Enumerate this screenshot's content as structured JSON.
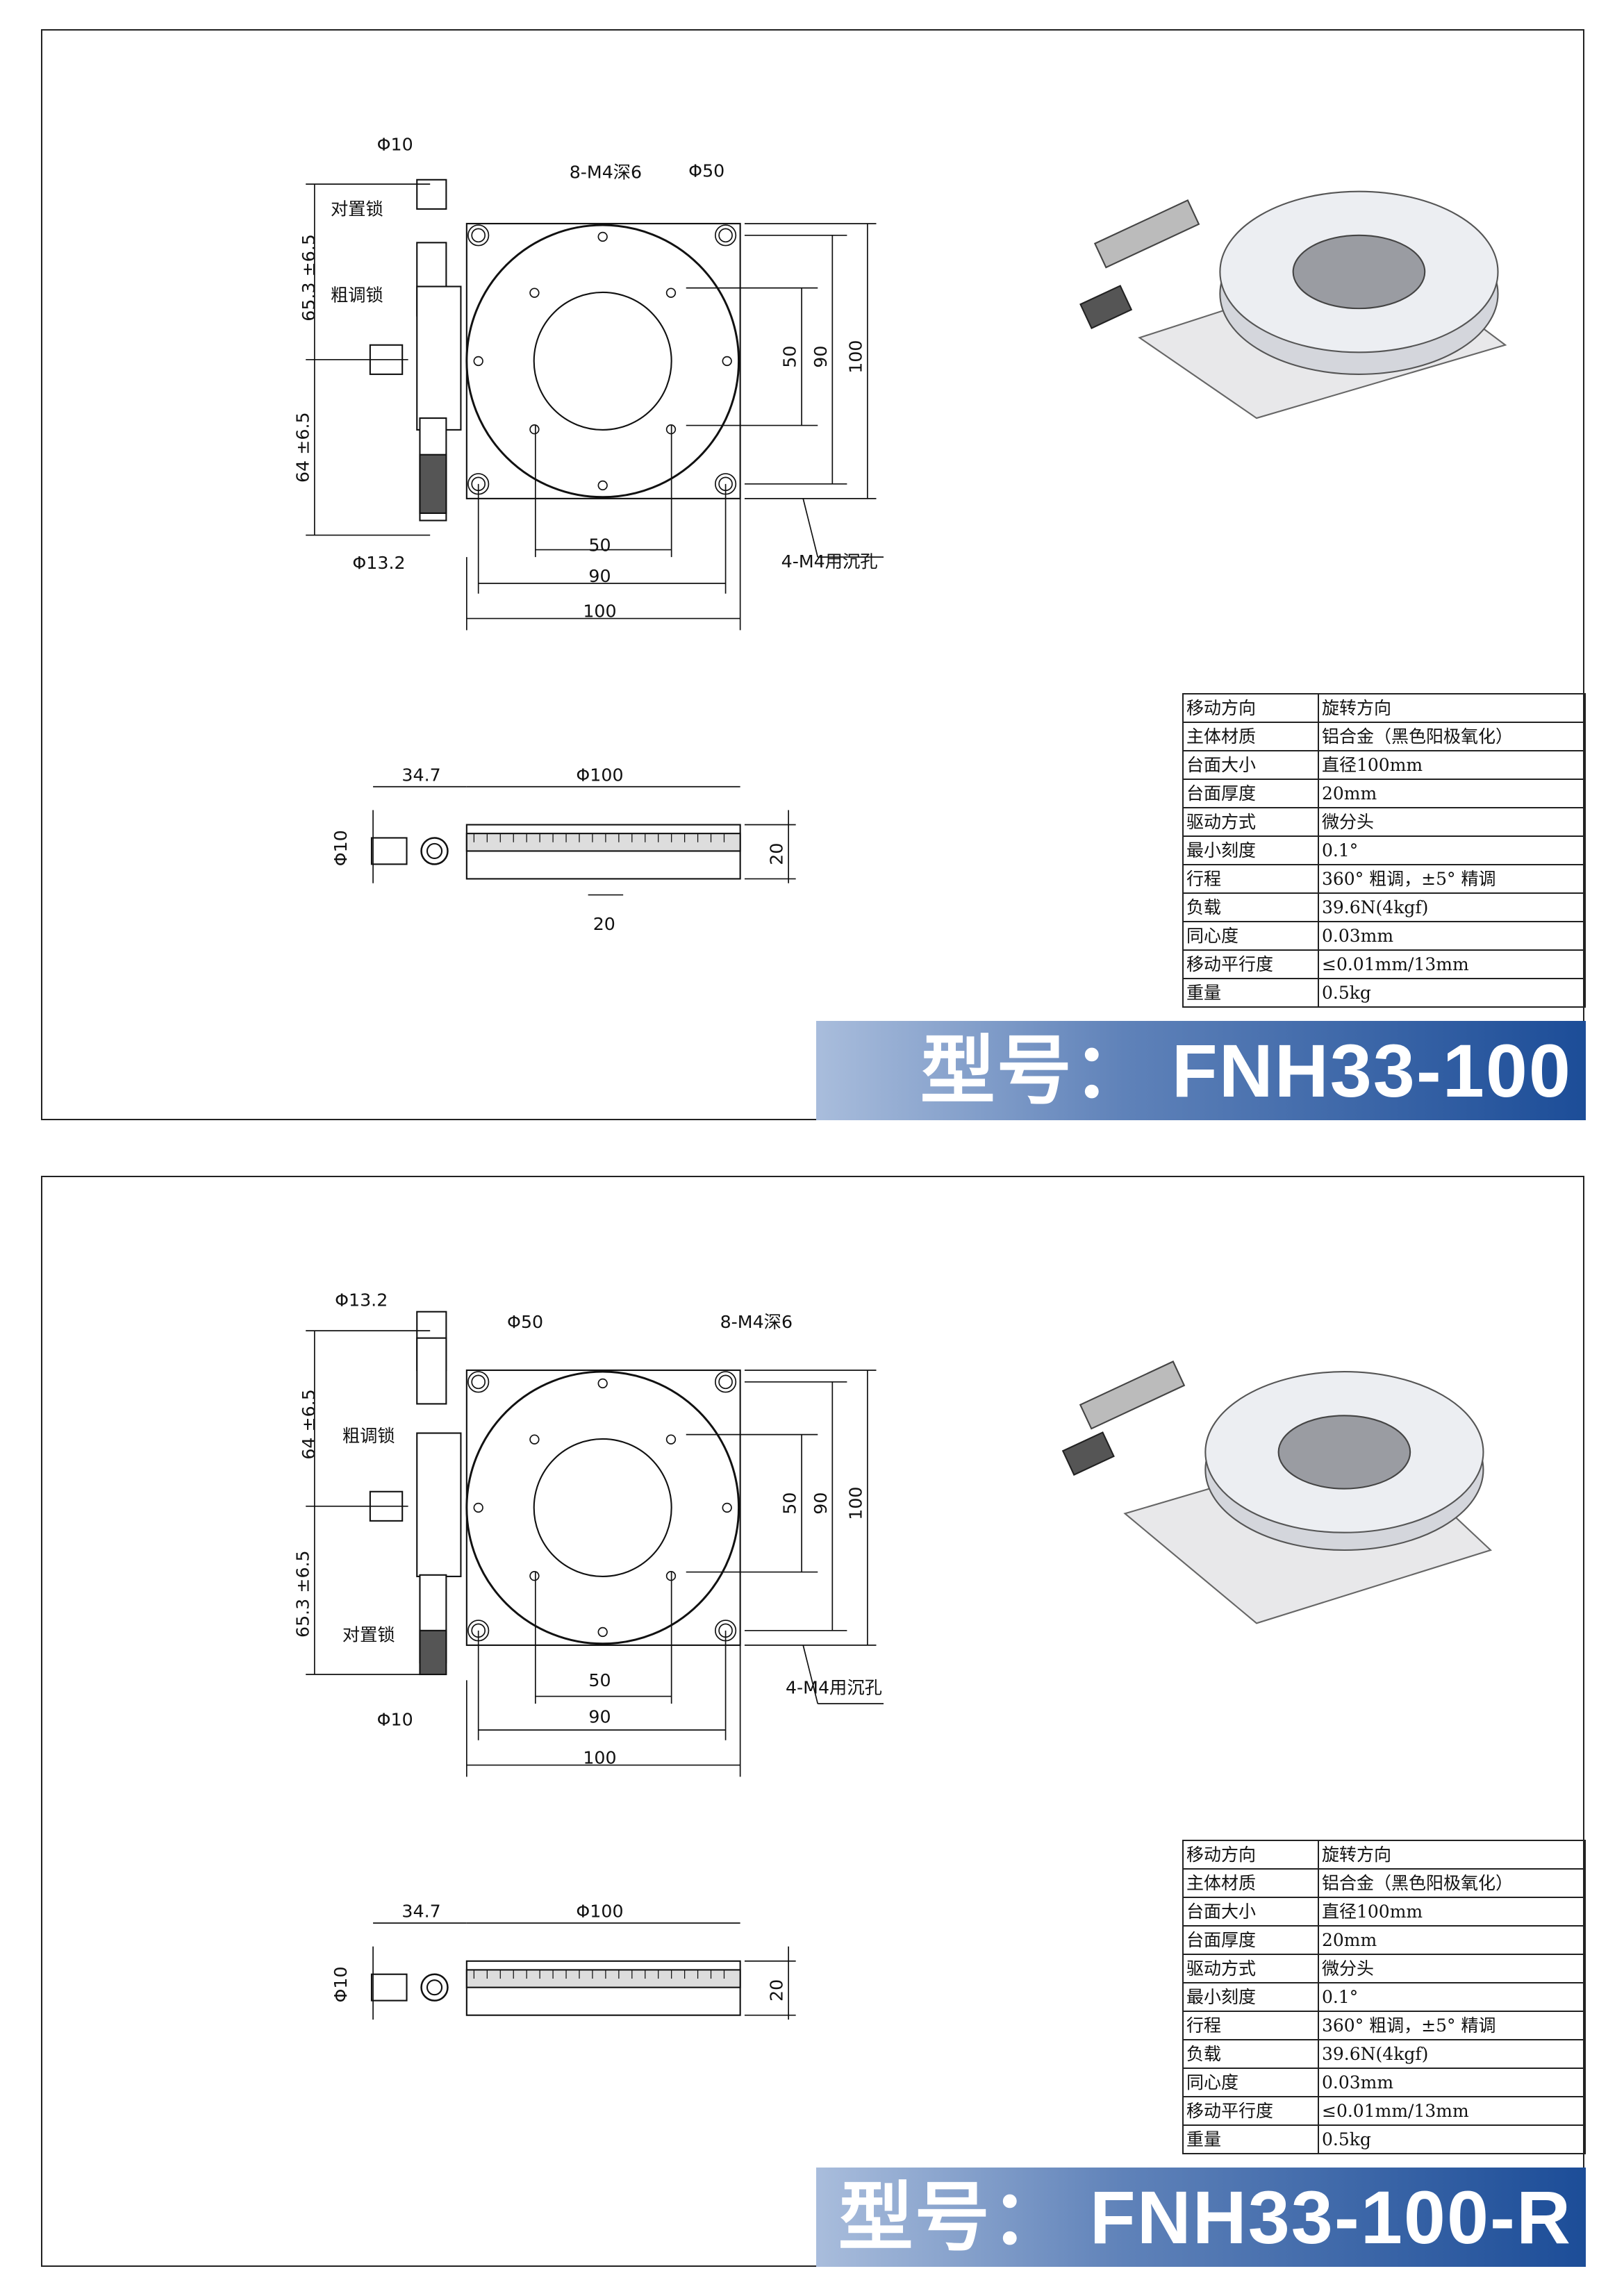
{
  "panels": [
    {
      "model_label": "型号： FNH33-100",
      "top_view": {
        "phi10": "Φ10",
        "lock_opposite": "对置锁",
        "lock_coarse": "粗调锁",
        "dim_upper": "65.3 ±6.5",
        "dim_lower": "64 ±6.5",
        "phi13_2": "Φ13.2",
        "holes_8": "8-M4深6",
        "phi50": "Φ50",
        "holes_4": "4-M4用沉孔",
        "dim50": "50",
        "dim90": "90",
        "dim100": "100"
      },
      "side_view": {
        "d34_7": "34.7",
        "phi100": "Φ100",
        "phi10": "Φ10",
        "h20": "20",
        "w20": "20"
      },
      "specs": [
        [
          "移动方向",
          "旋转方向"
        ],
        [
          "主体材质",
          "铝合金（黑色阳极氧化）"
        ],
        [
          "台面大小",
          "直径100mm"
        ],
        [
          "台面厚度",
          "20mm"
        ],
        [
          "驱动方式",
          "微分头"
        ],
        [
          "最小刻度",
          "0.1°"
        ],
        [
          "行程",
          "360° 粗调，±5° 精调"
        ],
        [
          "负载",
          "39.6N(4kgf)"
        ],
        [
          "同心度",
          "0.03mm"
        ],
        [
          "移动平行度",
          "≤0.01mm/13mm"
        ],
        [
          "重量",
          "0.5kg"
        ]
      ]
    },
    {
      "model_label": "型号： FNH33-100-R",
      "top_view": {
        "phi10": "Φ10",
        "lock_opposite": "对置锁",
        "lock_coarse": "粗调锁",
        "dim_upper": "64 ±6.5",
        "dim_lower": "65.3 ±6.5",
        "phi13_2": "Φ13.2",
        "holes_8": "8-M4深6",
        "phi50": "Φ50",
        "holes_4": "4-M4用沉孔",
        "dim50": "50",
        "dim90": "90",
        "dim100": "100"
      },
      "side_view": {
        "d34_7": "34.7",
        "phi100": "Φ100",
        "phi10": "Φ10",
        "h20": "20"
      },
      "specs": [
        [
          "移动方向",
          "旋转方向"
        ],
        [
          "主体材质",
          "铝合金（黑色阳极氧化）"
        ],
        [
          "台面大小",
          "直径100mm"
        ],
        [
          "台面厚度",
          "20mm"
        ],
        [
          "驱动方式",
          "微分头"
        ],
        [
          "最小刻度",
          "0.1°"
        ],
        [
          "行程",
          "360° 粗调，±5° 精调"
        ],
        [
          "负载",
          "39.6N(4kgf)"
        ],
        [
          "同心度",
          "0.03mm"
        ],
        [
          "移动平行度",
          "≤0.01mm/13mm"
        ],
        [
          "重量",
          "0.5kg"
        ]
      ]
    }
  ],
  "colors": {
    "banner_start": "#a9bddc",
    "banner_end": "#1c4d98",
    "line": "#111111"
  }
}
